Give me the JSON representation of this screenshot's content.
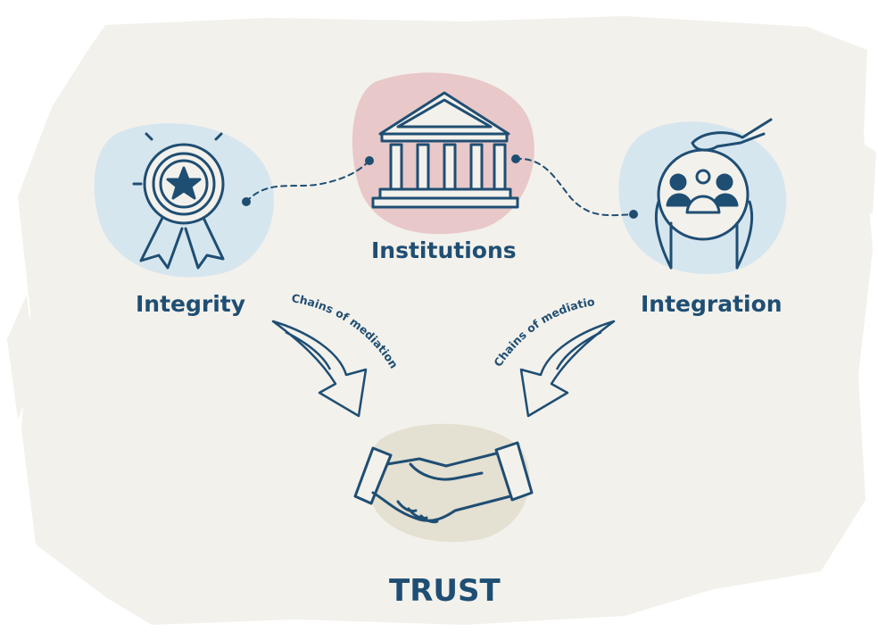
{
  "nodes": {
    "integrity": {
      "label": "Integrity",
      "icon": "award-ribbon-icon"
    },
    "institutions": {
      "label": "Institutions",
      "icon": "building-columns-icon"
    },
    "integration": {
      "label": "Integration",
      "icon": "people-in-hands-icon"
    },
    "trust": {
      "label": "TRUST",
      "icon": "handshake-icon"
    }
  },
  "arrows": {
    "left_label": "Chains of mediation",
    "right_label": "Chains of mediation"
  },
  "colors": {
    "ink": "#1f4e73",
    "background_brush": "#f3f1ec",
    "blob_blue": "#d6e6ef",
    "blob_pink": "#e8c8c8",
    "blob_beige": "#e4e0d2"
  }
}
